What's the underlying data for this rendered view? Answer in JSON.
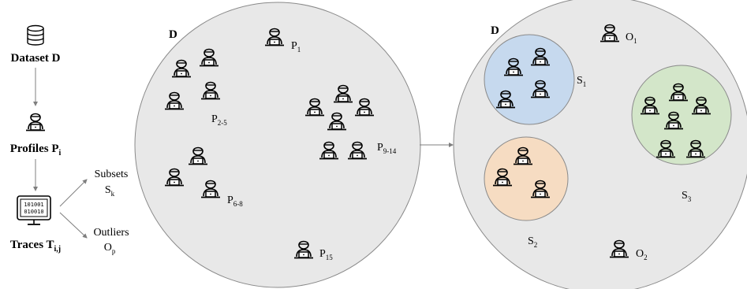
{
  "legend": {
    "dataset": "Dataset D",
    "profiles": "Profiles P",
    "profiles_sub": "i",
    "traces": "Traces T",
    "traces_sub": "i,j",
    "subsets": "Subsets",
    "subsets_symbol": "S",
    "subsets_sub": "k",
    "outliers": "Outliers",
    "outliers_symbol": "O",
    "outliers_sub": "p",
    "monitor_text_line1": "101001",
    "monitor_text_line2": "010010"
  },
  "left_panel": {
    "label": "D",
    "groups": [
      {
        "symbol": "P",
        "sub": "1"
      },
      {
        "symbol": "P",
        "sub": "2-5"
      },
      {
        "symbol": "P",
        "sub": "9-14"
      },
      {
        "symbol": "P",
        "sub": "6-8"
      },
      {
        "symbol": "P",
        "sub": "15"
      }
    ]
  },
  "right_panel": {
    "label": "D",
    "subsets": [
      {
        "symbol": "S",
        "sub": "1",
        "color": "#c6d9ee"
      },
      {
        "symbol": "S",
        "sub": "2",
        "color": "#f6dcc2"
      },
      {
        "symbol": "S",
        "sub": "3",
        "color": "#d3e6c9"
      }
    ],
    "outliers": [
      {
        "symbol": "O",
        "sub": "1"
      },
      {
        "symbol": "O",
        "sub": "2"
      }
    ]
  },
  "colors": {
    "panel_fill": "#e8e8e8",
    "panel_stroke": "#8a8a8a",
    "arrow": "#7f7f7f"
  }
}
